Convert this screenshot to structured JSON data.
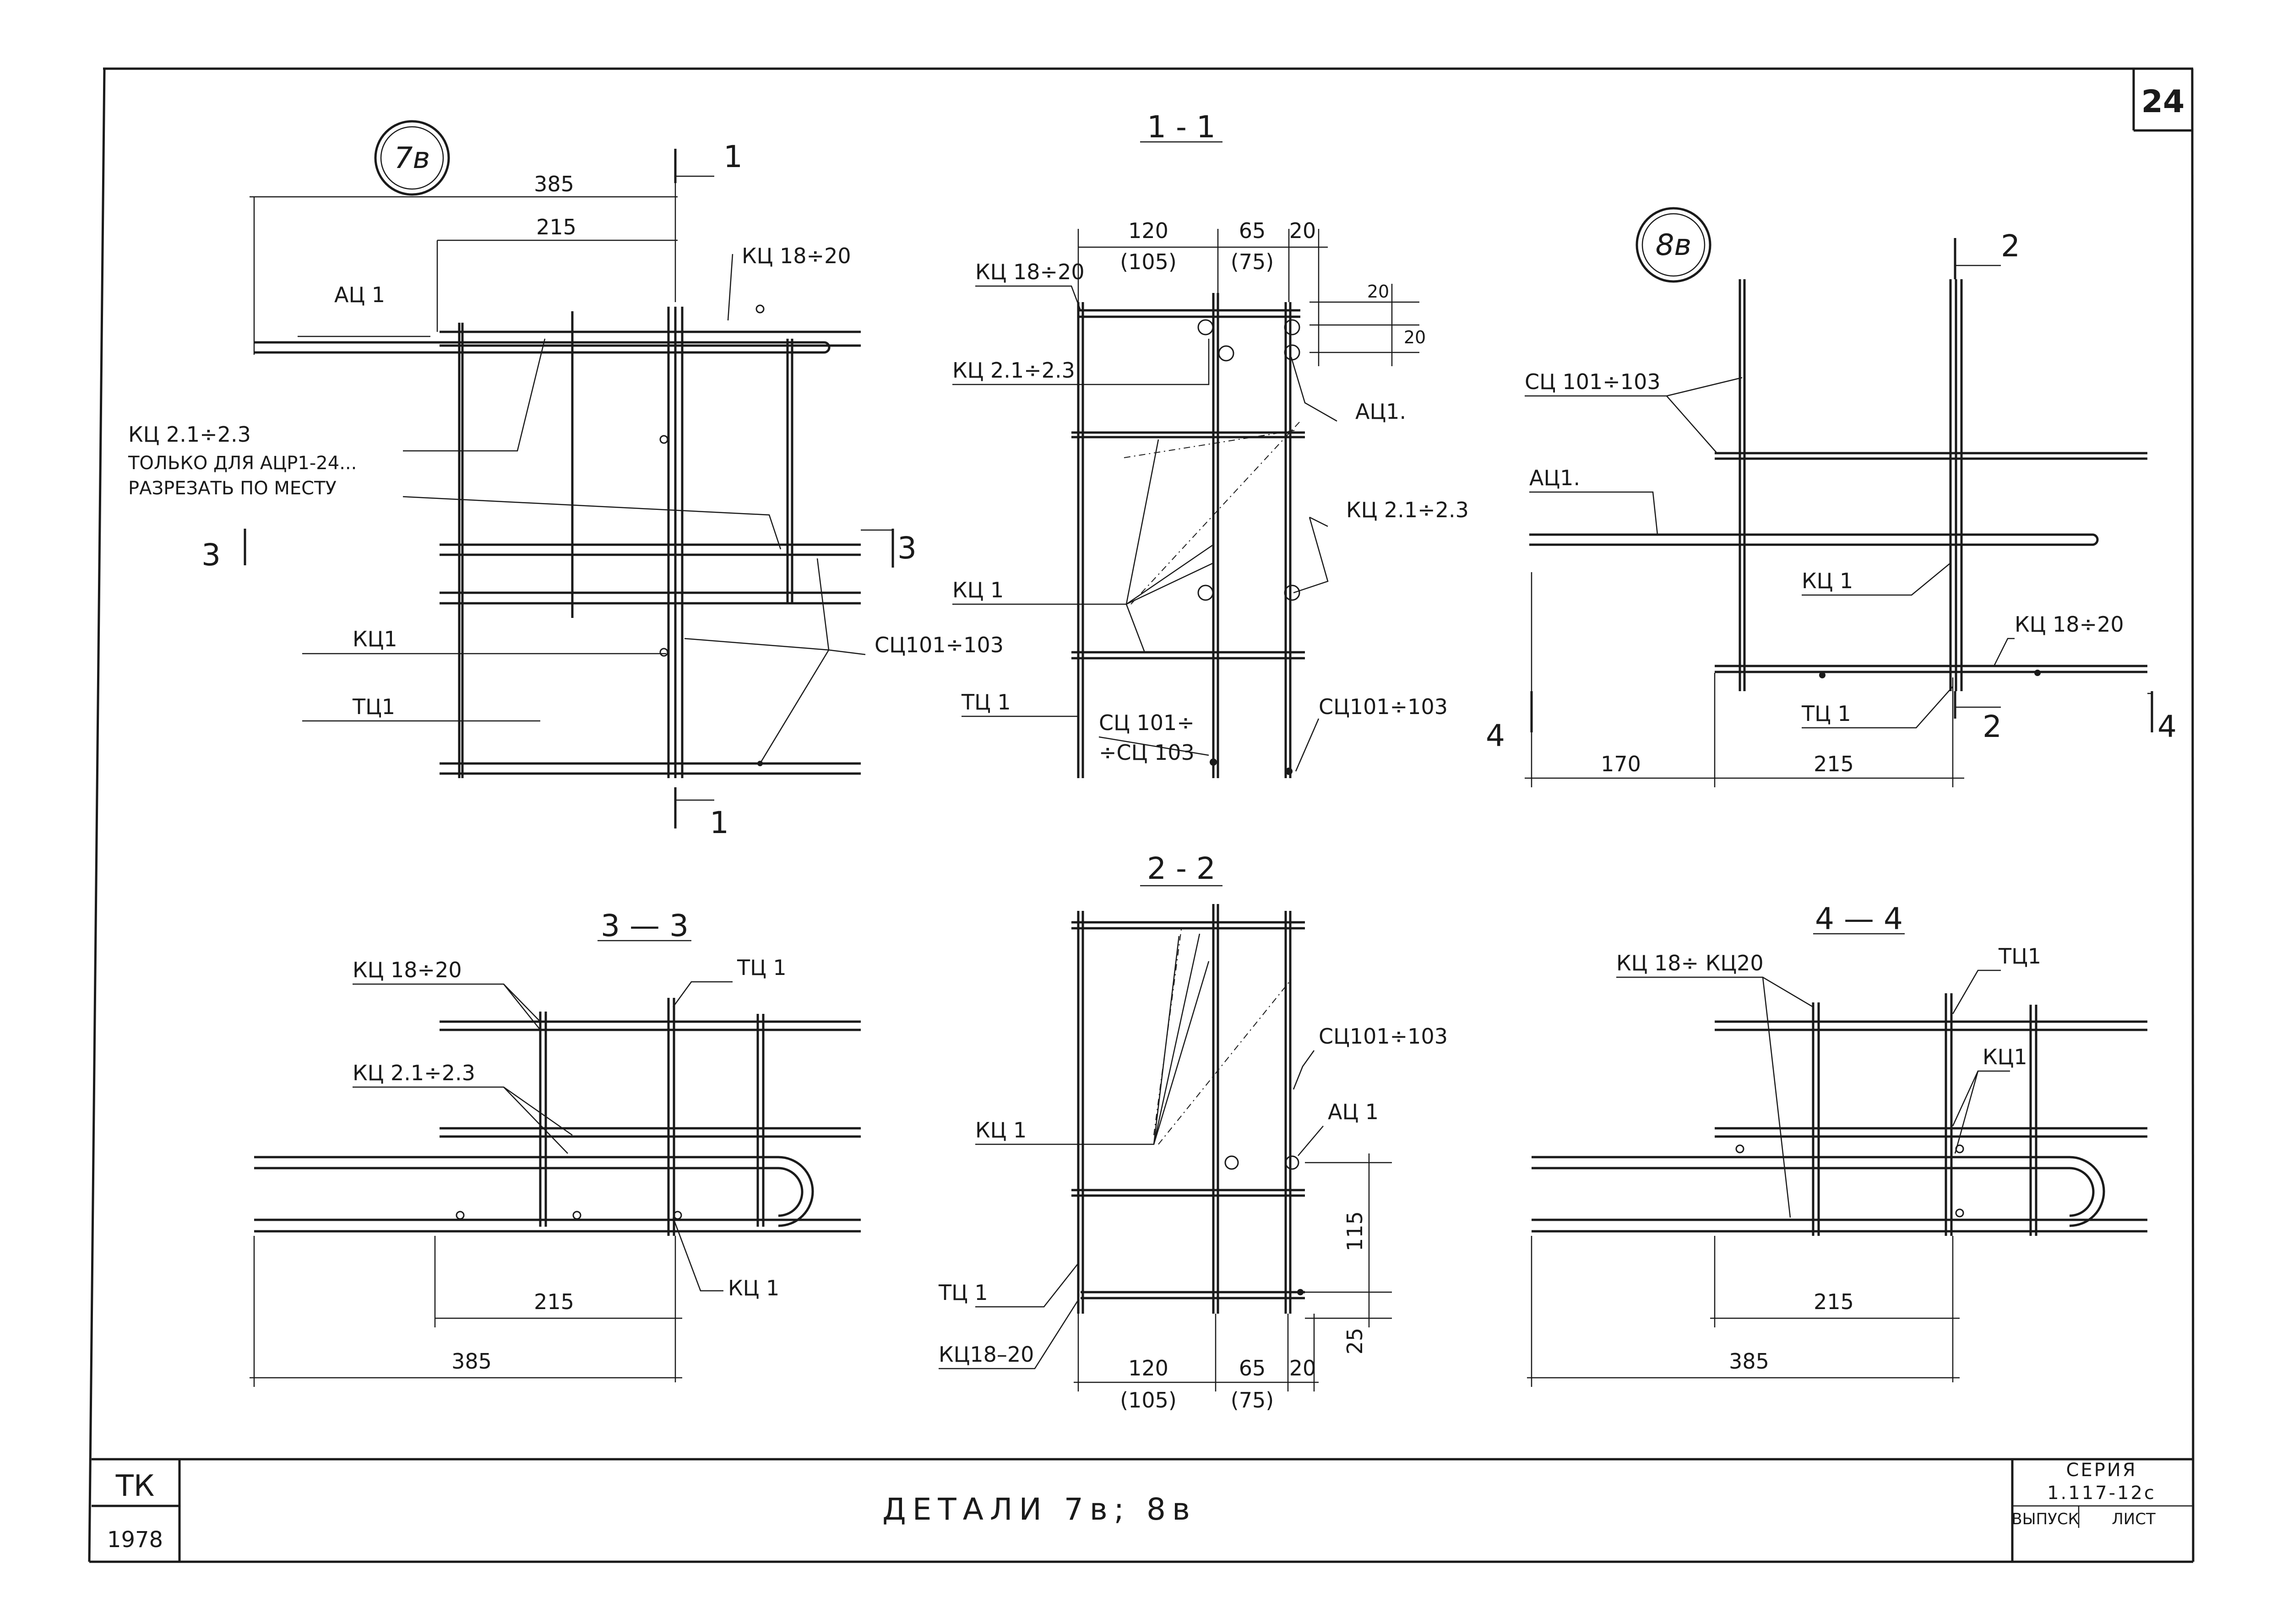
{
  "sheet": {
    "number": "24",
    "title": "ДЕТАЛИ 7в; 8в",
    "stamp_left": "ТК",
    "year": "1978",
    "series_label": "СЕРИЯ",
    "series_value": "1.117-12с",
    "issue_label": "ВЫПУСК",
    "sheet_label": "ЛИСТ"
  },
  "detail_7v": {
    "mark": "7в",
    "dims": {
      "overall": "385",
      "inner": "215"
    },
    "cut_1": "1",
    "cut_3": "3",
    "labels": {
      "kc18": "КЦ 18÷20",
      "ac1": "АЦ 1",
      "kc21": "КЦ 2.1÷2.3",
      "note1": "ТОЛЬКО ДЛЯ АЦР1-24...",
      "note2": "РАЗРЕЗАТЬ ПО МЕСТУ",
      "kc1": "КЦ1",
      "tc1": "ТЦ1",
      "sc101": "СЦ101÷103"
    }
  },
  "section_1_1": {
    "title": "1 - 1",
    "dims": {
      "d120": "120",
      "d105": "(105)",
      "d65": "65",
      "d75": "(75)",
      "d20": "20",
      "d20a": "20",
      "d20b": "20"
    },
    "labels": {
      "kc18": "КЦ 18÷20",
      "kc21": "КЦ 2.1÷2.3",
      "ac1": "АЦ1.",
      "kc21b": "КЦ 2.1÷2.3",
      "kc1": "КЦ 1",
      "tc1": "ТЦ 1",
      "sc101a": "СЦ 101÷",
      "sc101b": "÷СЦ 103",
      "sc101c": "СЦ101÷103"
    }
  },
  "detail_8v": {
    "mark": "8в",
    "cut_2": "2",
    "cut_4": "4",
    "dims": {
      "d170": "170",
      "d215": "215"
    },
    "labels": {
      "sc101": "СЦ 101÷103",
      "ac1": "АЦ1.",
      "kc1": "КЦ 1",
      "kc18": "КЦ 18÷20",
      "tc1": "ТЦ 1"
    }
  },
  "section_3_3": {
    "title": "3 — 3",
    "dims": {
      "d215": "215",
      "d385": "385"
    },
    "labels": {
      "kc18": "КЦ 18÷20",
      "tc1": "ТЦ 1",
      "kc21": "КЦ 2.1÷2.3",
      "kc1": "КЦ 1"
    }
  },
  "section_2_2": {
    "title": "2 - 2",
    "dims": {
      "d115": "115",
      "d25": "25",
      "d120": "120",
      "d105": "(105)",
      "d65": "65",
      "d75": "(75)",
      "d20": "20"
    },
    "labels": {
      "sc101": "СЦ101÷103",
      "kc1": "КЦ 1",
      "ac1": "АЦ 1",
      "tc1": "ТЦ 1",
      "kc18": "КЦ18–20"
    }
  },
  "section_4_4": {
    "title": "4 — 4",
    "dims": {
      "d215": "215",
      "d385": "385"
    },
    "labels": {
      "kc18": "КЦ 18÷ КЦ20",
      "tc1": "ТЦ1",
      "kc1": "КЦ1"
    }
  }
}
